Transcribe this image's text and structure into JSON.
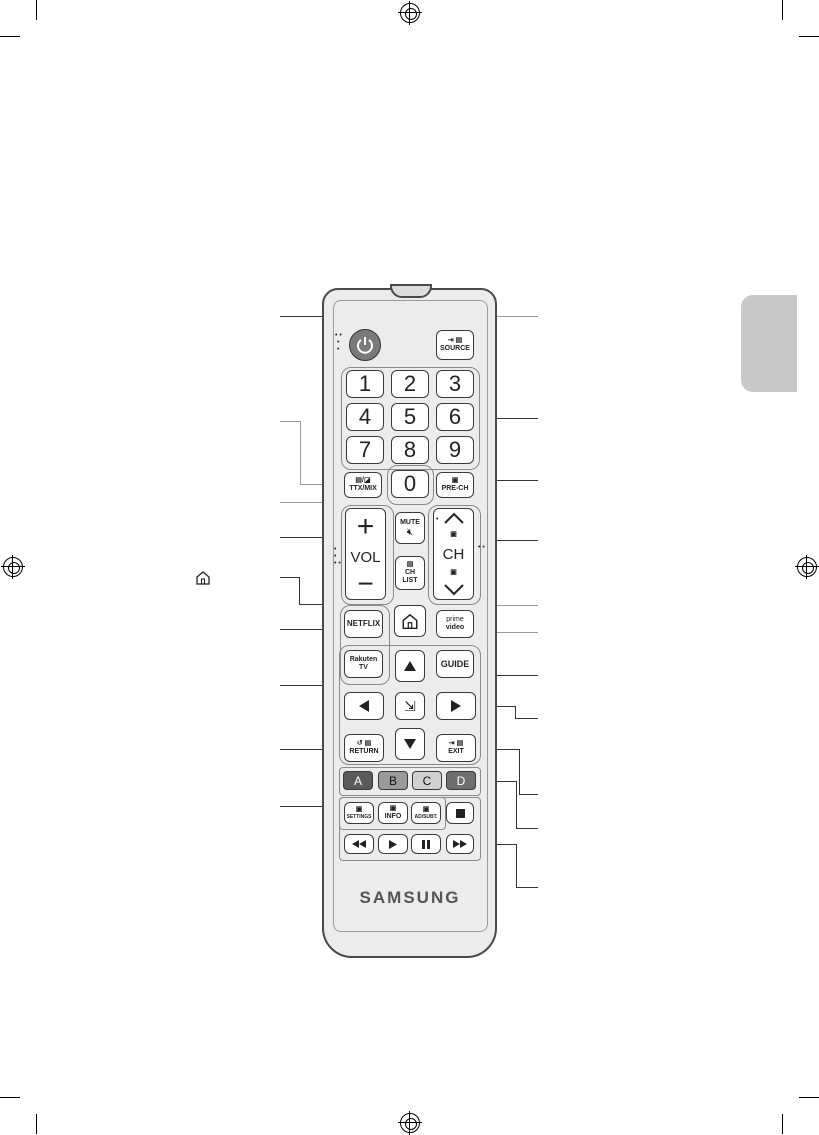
{
  "remote": {
    "source": "SOURCE",
    "digits": [
      "1",
      "2",
      "3",
      "4",
      "5",
      "6",
      "7",
      "8",
      "9",
      "0"
    ],
    "ttx": "TTX/MIX",
    "prech": "PRE-CH",
    "mute": "MUTE",
    "vol": "VOL",
    "vol_plus": "+",
    "vol_minus": "−",
    "ch": "CH",
    "chlist_a": "CH",
    "chlist_b": "LIST",
    "netflix": "NETFLIX",
    "rakuten_a": "Rakuten",
    "rakuten_b": "TV",
    "prime_a": "prime",
    "prime_b": "video",
    "guide": "GUIDE",
    "return": "RETURN",
    "exit": "EXIT",
    "color_a": "A",
    "color_b": "B",
    "color_c": "C",
    "color_d": "D",
    "settings": "SETTINGS",
    "info": "INFO",
    "adsubt": "AD/SUBT.",
    "brand": "SAMSUNG"
  },
  "colors": {
    "color_a": "#5a5a5a",
    "color_b": "#9a9a9a",
    "color_c": "#d0d0d0",
    "color_d": "#6e6e6e",
    "power": "#7a7a7a",
    "language_tab": "#c8c8c8"
  },
  "icons": [
    "power-icon",
    "home-icon",
    "arrow-up-icon",
    "arrow-down-icon",
    "arrow-left-icon",
    "arrow-right-icon",
    "enter-icon",
    "stop-icon",
    "rewind-icon",
    "play-icon",
    "pause-icon",
    "fast-forward-icon",
    "mute-icon"
  ]
}
